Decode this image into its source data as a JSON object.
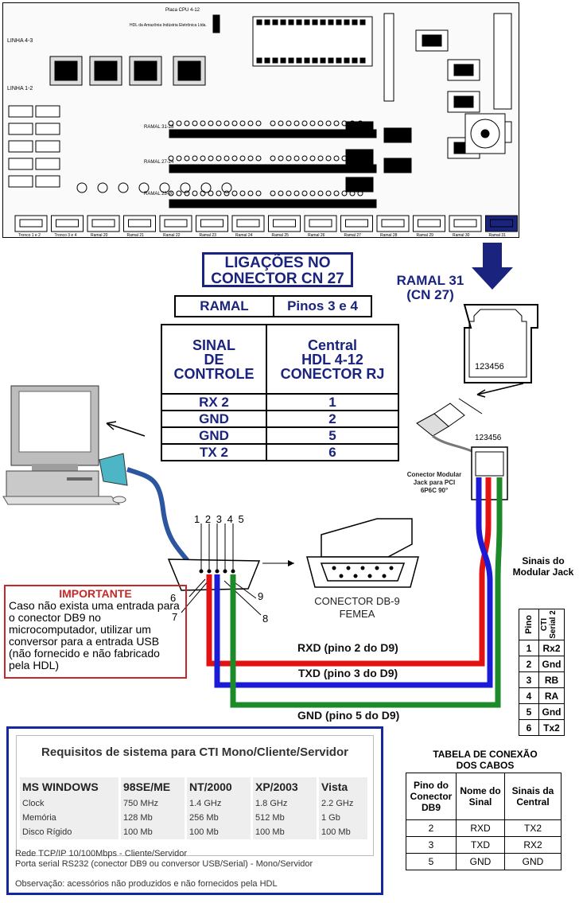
{
  "pcb": {
    "header": "Placa CPU 4-12",
    "company": "HDL da Amazônia Indústria Eletrônica Ltda.",
    "linha_top": "LINHA 4-3",
    "linha_mid": "LINHA 1-2",
    "ramal_labels": [
      "RAMAL 31-28",
      "RAMAL 27-24",
      "RAMAL 23-20"
    ],
    "bottom_labels": [
      "Tronco 1 e 2",
      "Tronco 3 e 4",
      "Ramal 20",
      "Ramal 21",
      "Ramal 22",
      "Ramal 23",
      "Ramal 24",
      "Ramal 25",
      "Ramal 26",
      "Ramal 27",
      "Ramal 28",
      "Ramal 29",
      "Ramal 30",
      "Ramal 31"
    ]
  },
  "title": {
    "line1": "LIGAÇÕES NO",
    "line2": "CONECTOR CN 27"
  },
  "ramal_header": {
    "left": "RAMAL",
    "right": "Pinos 3 e 4"
  },
  "signal_table": {
    "head_left": [
      "SINAL",
      "DE",
      "CONTROLE"
    ],
    "head_right": [
      "Central",
      "HDL 4-12",
      "CONECTOR RJ"
    ],
    "rows": [
      {
        "signal": "RX 2",
        "pin": "1"
      },
      {
        "signal": "GND",
        "pin": "2"
      },
      {
        "signal": "GND",
        "pin": "5"
      },
      {
        "signal": "TX 2",
        "pin": "6"
      }
    ]
  },
  "ramal31": {
    "line1": "RAMAL 31",
    "line2": "(CN 27)"
  },
  "jack_pins_top": "123456",
  "jack_pins_plug": "123456",
  "modular_label": [
    "Conector Modular",
    "Jack para PCI",
    "6P6C 90°"
  ],
  "db9_pins_top": [
    "1",
    "2",
    "3",
    "4",
    "5"
  ],
  "db9_pins_side": {
    "p6": "6",
    "p7": "7",
    "p8": "8",
    "p9": "9"
  },
  "db9_label": [
    "CONECTOR DB-9",
    "FEMEA"
  ],
  "important": {
    "title": "IMPORTANTE",
    "text": "Caso não exista uma entrada para o conector DB9 no microcomputador, utilizar um conversor para a entrada USB (não fornecido e não fabricado pela HDL)"
  },
  "wire_labels": {
    "rxd": "RXD (pino 2 do D9)",
    "txd": "TXD (pino 3 do D9)",
    "gnd": "GND (pino 5 do D9)"
  },
  "colors": {
    "red": "#e31212",
    "blue": "#1b1bd6",
    "green": "#1d8a2a",
    "navy": "#1a237e",
    "cable": "#2d56a0"
  },
  "modular_signals": {
    "title": [
      "Sinais do",
      "Modular Jack"
    ],
    "col_pino": "Pino",
    "col_cti": "CTI Serial 2",
    "rows": [
      {
        "pin": "1",
        "sig": "Rx2"
      },
      {
        "pin": "2",
        "sig": "Gnd"
      },
      {
        "pin": "3",
        "sig": "RB"
      },
      {
        "pin": "4",
        "sig": "RA"
      },
      {
        "pin": "5",
        "sig": "Gnd"
      },
      {
        "pin": "6",
        "sig": "Tx2"
      }
    ]
  },
  "connection_table": {
    "title": [
      "TABELA DE CONEXÃO",
      "DOS CABOS"
    ],
    "headers": [
      "Pino do Conector DB9",
      "Nome do Sinal",
      "Sinais da Central"
    ],
    "rows": [
      [
        "2",
        "RXD",
        "TX2"
      ],
      [
        "3",
        "TXD",
        "RX2"
      ],
      [
        "5",
        "GND",
        "GND"
      ]
    ]
  },
  "requirements": {
    "title": "Requisitos de sistema para CTI Mono/Cliente/Servidor",
    "columns": [
      "MS WINDOWS",
      "98SE/ME",
      "NT/2000",
      "XP/2003",
      "Vista"
    ],
    "rows": [
      [
        "Clock",
        "750 MHz",
        "1.4 GHz",
        "1.8 GHz",
        "2.2 GHz"
      ],
      [
        "Memória",
        "128 Mb",
        "256 Mb",
        "512 Mb",
        "1 Gb"
      ],
      [
        "Disco Rígido",
        "100 Mb",
        "100 Mb",
        "100 Mb",
        "100 Mb"
      ]
    ],
    "note1": "Rede TCP/IP 10/100Mbps - Cliente/Servidor",
    "note2": "Porta serial RS232 (conector DB9 ou conversor USB/Serial) - Mono/Servidor",
    "obs": "Observação: acessórios não produzidos e não fornecidos pela HDL"
  }
}
